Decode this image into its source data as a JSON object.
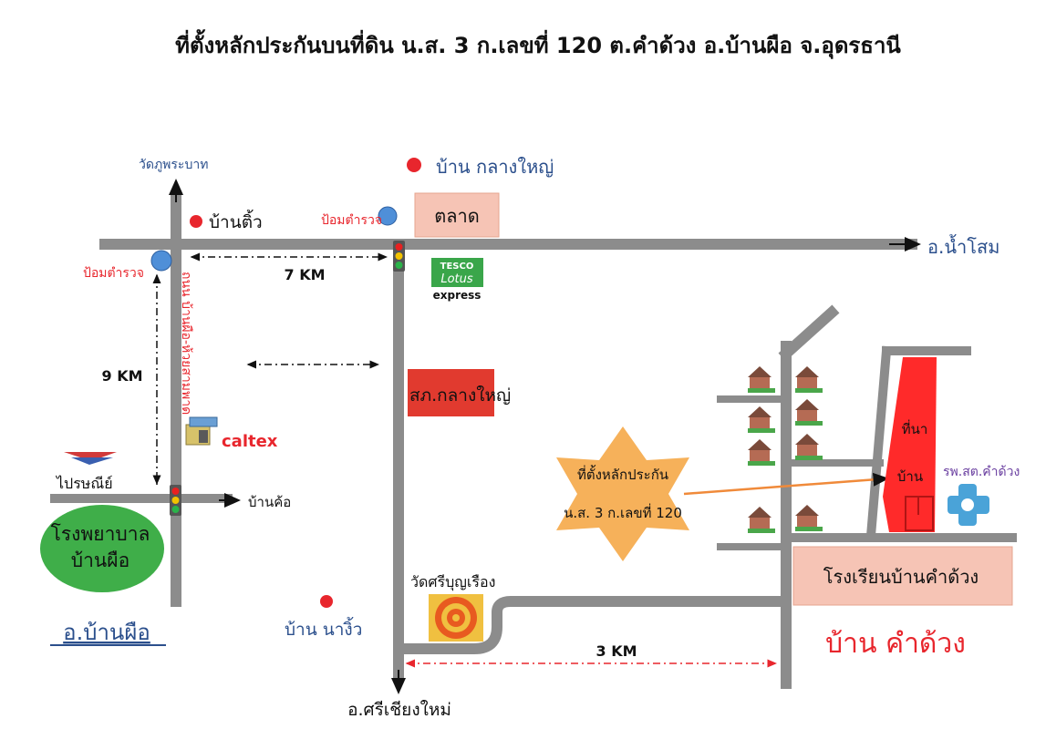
{
  "title": "ที่ตั้งหลักประกันบนที่ดิน น.ส. 3 ก.เลขที่ 120 ต.คำด้วง อ.บ้านผือ จ.อุดรธานี",
  "places": {
    "wat_phu_phra_bat": "วัดภูพระบาท",
    "ban_tio": "บ้านติ้ว",
    "police_box_1": "ป้อมตำรวจ",
    "police_box_2": "ป้อมตำรวจ",
    "ban_klang_yai": "บ้าน กลางใหญ่",
    "market": "ตลาด",
    "nam_som": "อ.น้ำโสม",
    "road_name": "ถนน บ้านผือ-ห้วยสามพาด",
    "tesco_line1": "TESCO",
    "tesco_line2": "Lotus",
    "tesco_line3": "express",
    "caltex": "caltex",
    "post_office": "ไปรษณีย์",
    "ban_kho": "บ้านค้อ",
    "hospital_line1": "โรงพยาบาล",
    "hospital_line2": "บ้านผือ",
    "amphoe_ban_phue": "อ.บ้านผือ",
    "cooperative": "สภ.กลางใหญ่",
    "collateral_line1": "ที่ตั้งหลักประกัน",
    "collateral_line2": "น.ส. 3 ก.เลขที่ 120",
    "land_label_1": "ที่นา",
    "land_label_2": "บ้าน",
    "health_center": "รพ.สต.คำด้วง",
    "school": "โรงเรียนบ้านคำด้วง",
    "wat_si_bun_rueang": "วัดศรีบุญเรือง",
    "ban_na_ngio": "บ้าน นางิ้ว",
    "ban_kham_duang": "บ้าน คำด้วง",
    "si_chiang_mai": "อ.ศรีเชียงใหม่"
  },
  "distances": {
    "d7": "7 KM",
    "d9": "9 KM",
    "d3": "3 KM"
  },
  "colors": {
    "road": "#8c8c8c",
    "label_blue": "#2b4f8c",
    "label_red": "#e8262d",
    "market_box": "#f6c4b5",
    "hospital": "#3fae49",
    "star": "#f6b15a",
    "coop_box": "#e13a2f",
    "land": "#ff2a2a"
  }
}
